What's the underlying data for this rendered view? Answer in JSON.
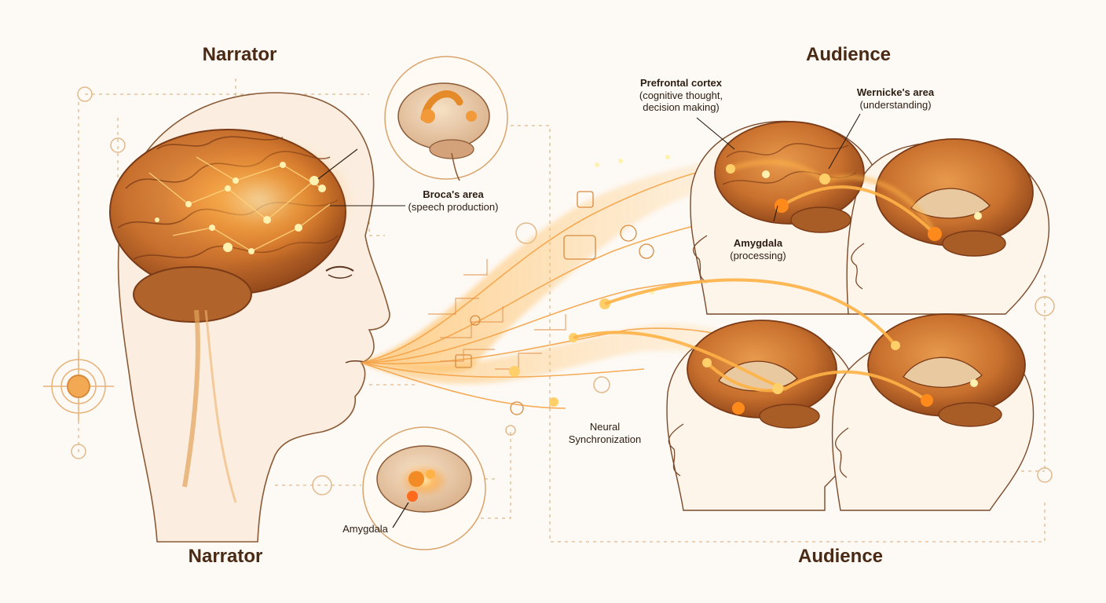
{
  "headings": {
    "narrator_top": "Narrator",
    "audience_top": "Audience",
    "narrator_bottom": "Narrator",
    "audience_bottom": "Audience"
  },
  "labels": {
    "brocas_title": "Broca's area",
    "brocas_desc": "(speech production)",
    "prefrontal_title": "Prefrontal cortex",
    "prefrontal_desc1": "(cognitive thought,",
    "prefrontal_desc2": "decision making)",
    "wernicke_title": "Wernicke's area",
    "wernicke_desc": "(understanding)",
    "amygdala_aud_title": "Amygdala",
    "amygdala_aud_desc": "(processing)",
    "amygdala_narr": "Amygdala",
    "neural_sync_1": "Neural",
    "neural_sync_2": "Synchronization"
  },
  "colors": {
    "brain_fill": "#c8702e",
    "brain_dark": "#8a4218",
    "glow": "#ffb347",
    "spark": "#fff2b0",
    "line": "#d9a46a",
    "text": "#2c1d12",
    "background": "#fdf9f4"
  }
}
